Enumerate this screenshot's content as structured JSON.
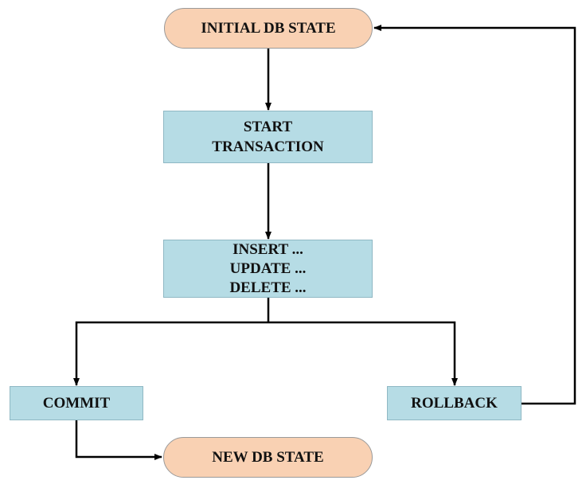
{
  "diagram": {
    "nodes": {
      "initial_state": {
        "lines": [
          "INITIAL DB STATE"
        ]
      },
      "start_transaction": {
        "lines": [
          "START",
          "TRANSACTION"
        ]
      },
      "dml_operations": {
        "lines": [
          "INSERT ...",
          "UPDATE ...",
          "DELETE ..."
        ]
      },
      "commit": {
        "lines": [
          "COMMIT"
        ]
      },
      "rollback": {
        "lines": [
          "ROLLBACK"
        ]
      },
      "new_state": {
        "lines": [
          "NEW DB STATE"
        ]
      }
    },
    "colors": {
      "terminal_fill": "#f9d1b3",
      "process_fill": "#b6dce5",
      "connector": "#000000"
    }
  }
}
